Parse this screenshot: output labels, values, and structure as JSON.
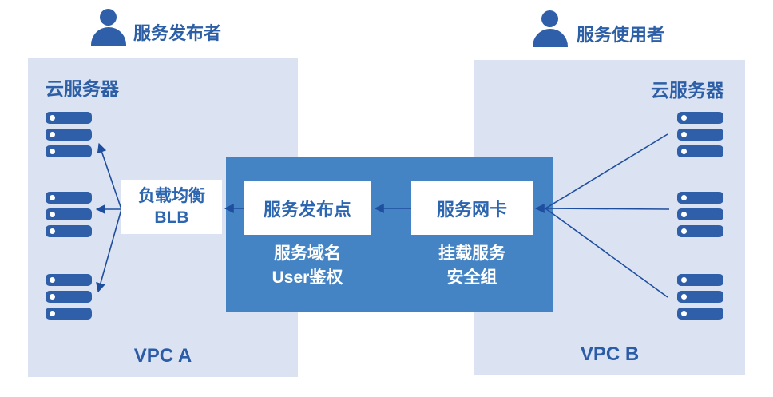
{
  "diagram": {
    "type": "architecture-diagram",
    "colors": {
      "vpc_fill": "#dbe3f2",
      "hub_fill": "#4484c4",
      "icon_blue": "#2e5fa8",
      "label_blue": "#2d5fa6",
      "node_text_blue": "#2c65b0",
      "arrow_blue": "#1f4e9e",
      "node_fill": "#ffffff"
    }
  },
  "actors": {
    "publisher": {
      "label": "服务发布者",
      "icon": "person-icon"
    },
    "consumer": {
      "label": "服务使用者",
      "icon": "person-icon"
    }
  },
  "vpc_a": {
    "name": "VPC A",
    "server_group_label": "云服务器",
    "server_stacks": 3,
    "bars_per_stack": 3
  },
  "vpc_b": {
    "name": "VPC B",
    "server_group_label": "云服务器",
    "server_stacks": 3,
    "bars_per_stack": 3
  },
  "hub": {
    "blb": {
      "line1": "负载均衡",
      "line2": "BLB"
    },
    "publish_point": {
      "label": "服务发布点",
      "caption_line1": "服务域名",
      "caption_line2": "User鉴权"
    },
    "service_nic": {
      "label": "服务网卡",
      "caption_line1": "挂载服务",
      "caption_line2": "安全组"
    }
  },
  "flows": [
    "consumer-servers-to-service-nic",
    "service-nic-to-publish-point",
    "publish-point-to-blb",
    "blb-to-publisher-servers"
  ]
}
